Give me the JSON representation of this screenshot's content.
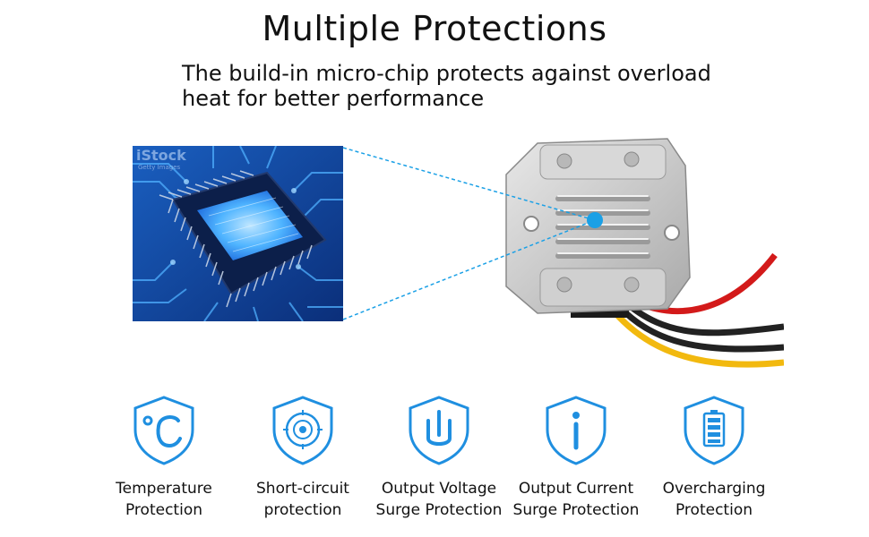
{
  "header": {
    "title": "Multiple Protections",
    "subtitle_line1": "The build-in micro-chip protects against overload",
    "subtitle_line2": "heat for better performance"
  },
  "images": {
    "chip_watermark": "iStock",
    "chip_watermark_sub": "Getty Images"
  },
  "colors": {
    "icon_blue": "#1f8fe0",
    "connector_blue": "#1aa0e6"
  },
  "features": [
    {
      "icon": "thermometer-celsius-icon",
      "label_line1": "Temperature",
      "label_line2": "Protection"
    },
    {
      "icon": "short-circuit-icon",
      "label_line1": "Short-circuit",
      "label_line2": "protection"
    },
    {
      "icon": "power-surge-icon",
      "label_line1": "Output Voltage",
      "label_line2": "Surge Protection"
    },
    {
      "icon": "info-current-icon",
      "label_line1": "Output Current",
      "label_line2": "Surge Protection"
    },
    {
      "icon": "battery-icon",
      "label_line1": "Overcharging",
      "label_line2": "Protection"
    }
  ]
}
